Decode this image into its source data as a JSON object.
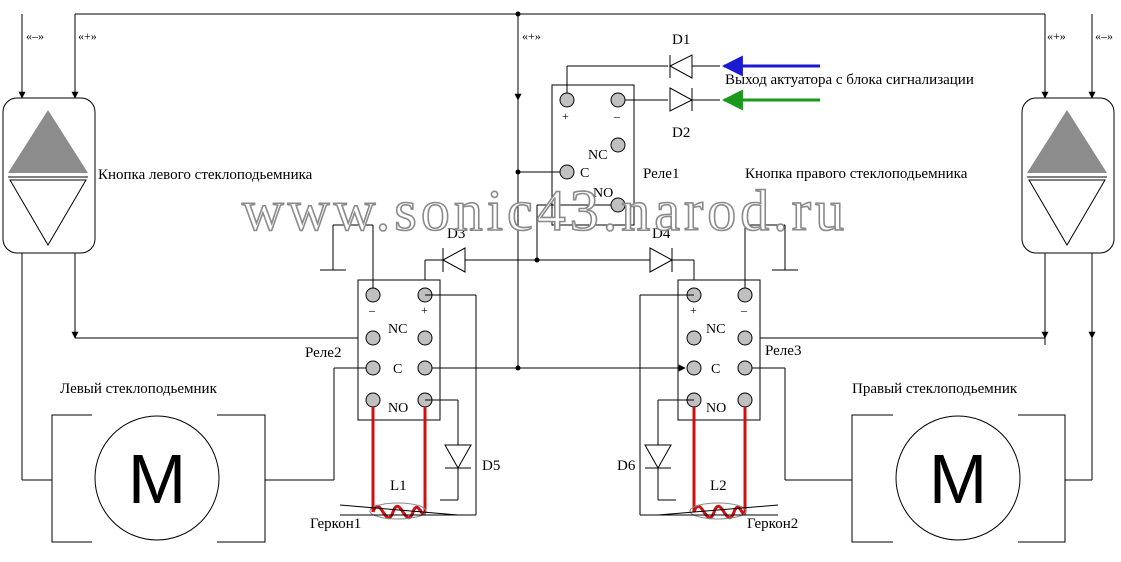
{
  "diagram": {
    "watermark": "www.sonic43.narod.ru",
    "labels": {
      "left_button": "Кнопка левого стеклоподьемника",
      "right_button": "Кнопка правого стеклоподьемника",
      "left_motor": "Левый стеклоподьемник",
      "right_motor": "Правый стеклоподьемник",
      "actuator_output": "Выход актуатора с блока сигнализации",
      "relay1": "Реле1",
      "relay2": "Реле2",
      "relay3": "Реле3",
      "reed1": "Геркон1",
      "reed2": "Геркон2",
      "coil1": "L1",
      "coil2": "L2",
      "motor_symbol": "M",
      "d1": "D1",
      "d2": "D2",
      "d3": "D3",
      "d4": "D4",
      "d5": "D5",
      "d6": "D6"
    },
    "polarity": {
      "minus": "«–»",
      "plus": "«+»",
      "pin_plus": "+",
      "pin_minus": "–"
    },
    "pins": {
      "nc": "NC",
      "c": "C",
      "no": "NO"
    },
    "colors": {
      "wire": "#000000",
      "coil": "#d01010",
      "actuator_blue": "#1a1ad0",
      "actuator_green": "#1a9a1a",
      "terminal": "#c0c0c0",
      "button_triangle": "#8c8c8c"
    }
  }
}
